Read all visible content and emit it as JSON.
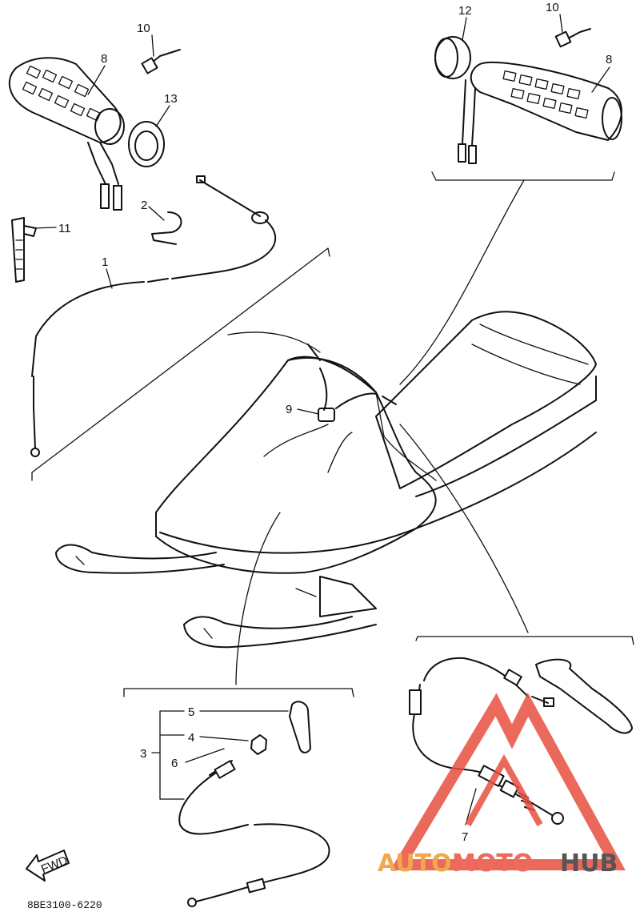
{
  "diagram": {
    "code": "8BE3100-6220",
    "fwd_label": "FWD"
  },
  "callouts": {
    "p1": "1",
    "p2": "2",
    "p3": "3",
    "p4": "4",
    "p5": "5",
    "p6": "6",
    "p7": "7",
    "p8_left": "8",
    "p8_right": "8",
    "p9": "9",
    "p10_left": "10",
    "p10_right": "10",
    "p11": "11",
    "p12": "12",
    "p13": "13"
  },
  "watermark": {
    "auto": "AUTO",
    "moto": "MOTO",
    "hub": "HUB",
    "colors": {
      "red": "#e8503f",
      "orange": "#f2a74d",
      "gray": "#555555"
    }
  }
}
